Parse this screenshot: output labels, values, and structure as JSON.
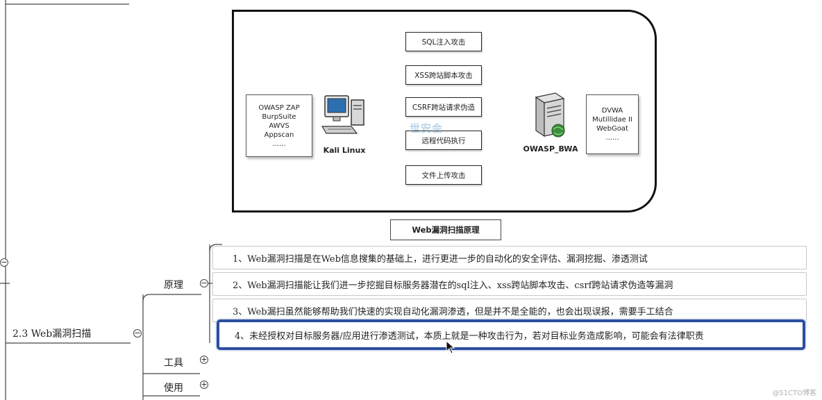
{
  "diagram": {
    "tools": [
      "OWASP ZAP",
      "BurpSuite",
      "AWVS",
      "Appscan",
      "......"
    ],
    "attacker_label": "Kali Linux",
    "target_label": "OWASP_BWA",
    "apps": [
      "DVWA",
      "Mutillidae II",
      "WebGoat",
      "......"
    ],
    "attacks": [
      "SQL注入攻击",
      "XSS跨站脚本攻击",
      "CSRF跨站请求伪造",
      "远程代码执行",
      "文件上传攻击"
    ],
    "caption": "Web漏洞扫描原理",
    "watermark": "世安会"
  },
  "mindmap": {
    "branch": "2.3 Web漏洞扫描",
    "children": [
      "原理",
      "工具",
      "使用"
    ],
    "items": [
      "1、Web漏洞扫描是在Web信息搜集的基础上，进行更进一步的自动化的安全评估、漏洞挖掘、渗透测试",
      "2、Web漏洞扫描能让我们进一步挖掘目标服务器潜在的sql注入、xss跨站脚本攻击、csrf跨站请求伪造等漏洞",
      "3、Web漏扫虽然能够帮助我们快速的实现自动化漏洞渗透，但是并不是全能的，也会出现误报，需要手工结合",
      "4、未经授权对目标服务器/应用进行渗透测试，本质上就是一种攻击行为，若对目标业务造成影响，可能会有法律职责"
    ]
  },
  "corner_watermark": "@51CTO博客",
  "colors": {
    "highlight": "#2b4fa0"
  }
}
